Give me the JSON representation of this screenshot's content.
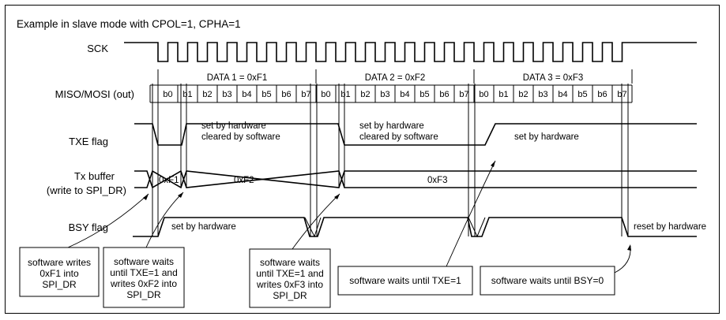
{
  "title": "Example in slave mode with CPOL=1, CPHA=1",
  "signals": {
    "sck": "SCK",
    "miso_mosi": "MISO/MOSI (out)",
    "txe": "TXE flag",
    "tx_buffer_line1": "Tx buffer",
    "tx_buffer_line2": "(write to SPI_DR)",
    "bsy": "BSY flag"
  },
  "frames": [
    {
      "label": "DATA 1 = 0xF1"
    },
    {
      "label": "DATA 2 = 0xF2"
    },
    {
      "label": "DATA 3 = 0xF3"
    }
  ],
  "bits": [
    "b0",
    "b1",
    "b2",
    "b3",
    "b4",
    "b5",
    "b6",
    "b7"
  ],
  "txe_annotations": [
    {
      "line1": "set by hardware",
      "line2": "cleared by software"
    },
    {
      "line1": "set by hardware",
      "line2": "cleared by software"
    },
    {
      "line1": "set by hardware",
      "line2": ""
    }
  ],
  "tx_buffer_values": [
    "0xF1",
    "0xF2",
    "0xF3"
  ],
  "bsy_annotations": {
    "set": "set by hardware",
    "reset": "reset by hardware"
  },
  "boxes": [
    {
      "lines": [
        "software writes",
        "0xF1 into",
        "SPI_DR"
      ]
    },
    {
      "lines": [
        "software waits",
        "until TXE=1 and",
        "writes 0xF2 into",
        "SPI_DR"
      ]
    },
    {
      "lines": [
        "software waits",
        "until TXE=1 and",
        "writes 0xF3 into",
        "SPI_DR"
      ]
    },
    {
      "lines": [
        "software waits until TXE=1"
      ]
    },
    {
      "lines": [
        "software waits until BSY=0"
      ]
    }
  ]
}
